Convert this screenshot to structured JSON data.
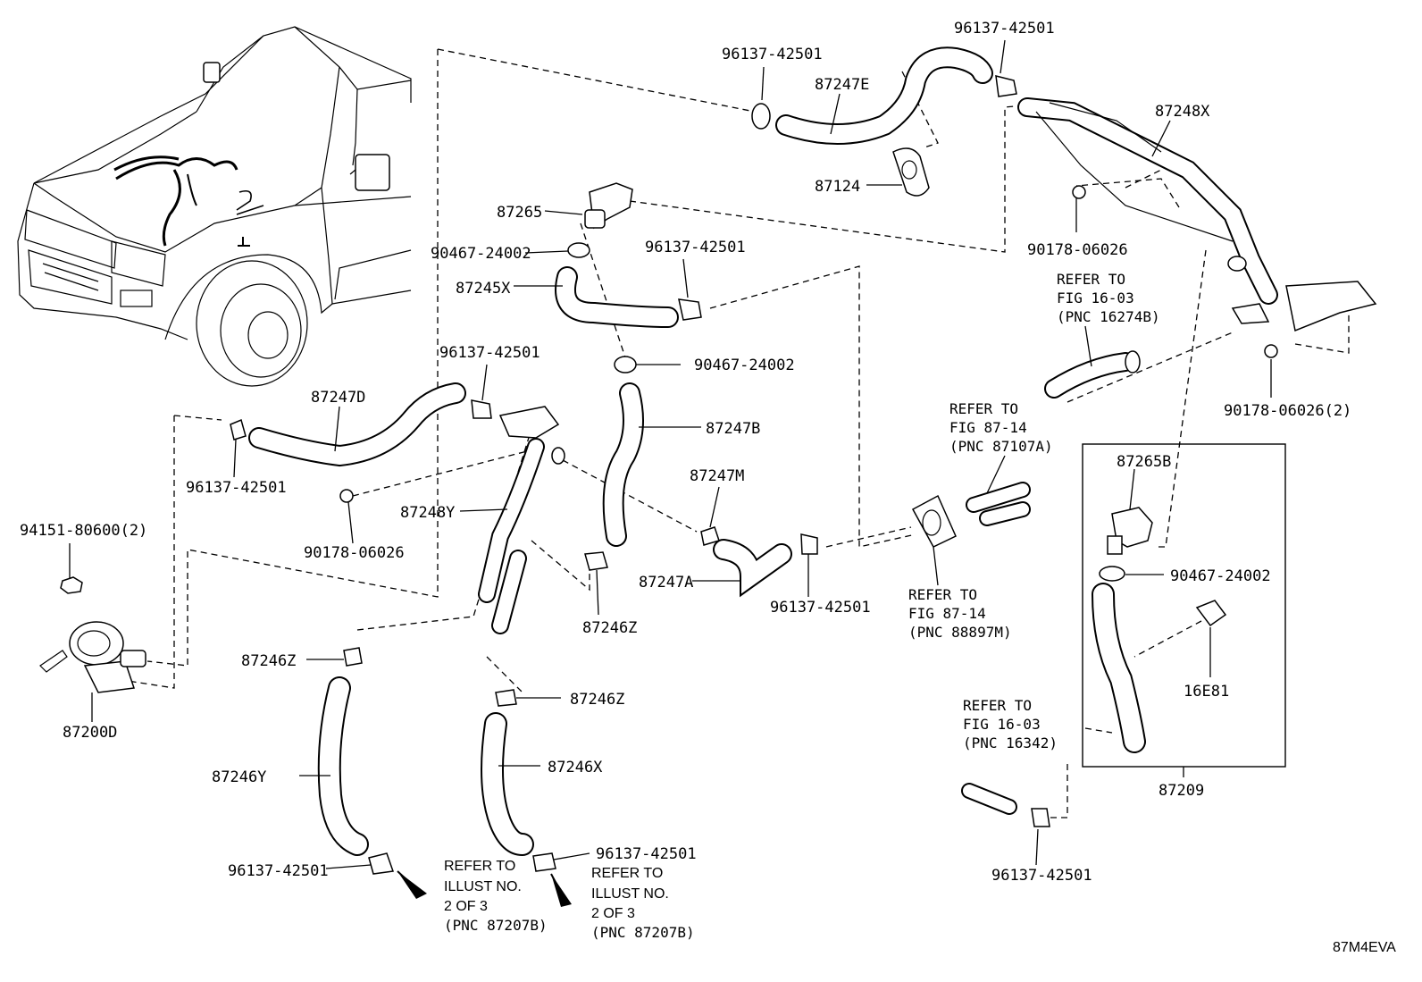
{
  "diagram_id": "87M4EVA",
  "parts": {
    "p87247E": "87247E",
    "p87124": "87124",
    "p87248X": "87248X",
    "p87265": "87265",
    "p87245X": "87245X",
    "p87247D": "87247D",
    "p87247B": "87247B",
    "p87247M": "87247M",
    "p87247A": "87247A",
    "p87248Y": "87248Y",
    "p87246Z_a": "87246Z",
    "p87246Z_b": "87246Z",
    "p87246Z_c": "87246Z",
    "p87246Y": "87246Y",
    "p87246X": "87246X",
    "p87200D": "87200D",
    "p87265B": "87265B",
    "p16E81": "16E81",
    "p87209": "87209"
  },
  "fasteners": {
    "clamp_a": "96137-42501",
    "clamp_b": "96137-42501",
    "clamp_c": "96137-42501",
    "clamp_d": "96137-42501",
    "clamp_e": "96137-42501",
    "clamp_f": "96137-42501",
    "clamp_g": "96137-42501",
    "clamp_h": "96137-42501",
    "clamp_i": "96137-42501",
    "clip_a": "90467-24002",
    "clip_b": "90467-24002",
    "clip_c": "90467-24002",
    "nut_a": "90178-06026",
    "nut_b": "90178-06026",
    "nut_c": "90178-06026(2)",
    "nut_d": "94151-80600(2)"
  },
  "references": {
    "r1": [
      "REFER TO",
      "FIG 16-03",
      "(PNC 16274B)"
    ],
    "r2": [
      "REFER TO",
      "FIG 87-14",
      "(PNC 87107A)"
    ],
    "r3": [
      "REFER TO",
      "FIG 87-14",
      "(PNC 88897M)"
    ],
    "r4": [
      "REFER TO",
      "FIG 16-03",
      "(PNC 16342)"
    ],
    "r5": [
      "REFER TO",
      "ILLUST NO.",
      "2 OF 3",
      "(PNC 87207B)"
    ],
    "r6": [
      "REFER TO",
      "ILLUST NO.",
      "2 OF 3",
      "(PNC 87207B)"
    ]
  }
}
